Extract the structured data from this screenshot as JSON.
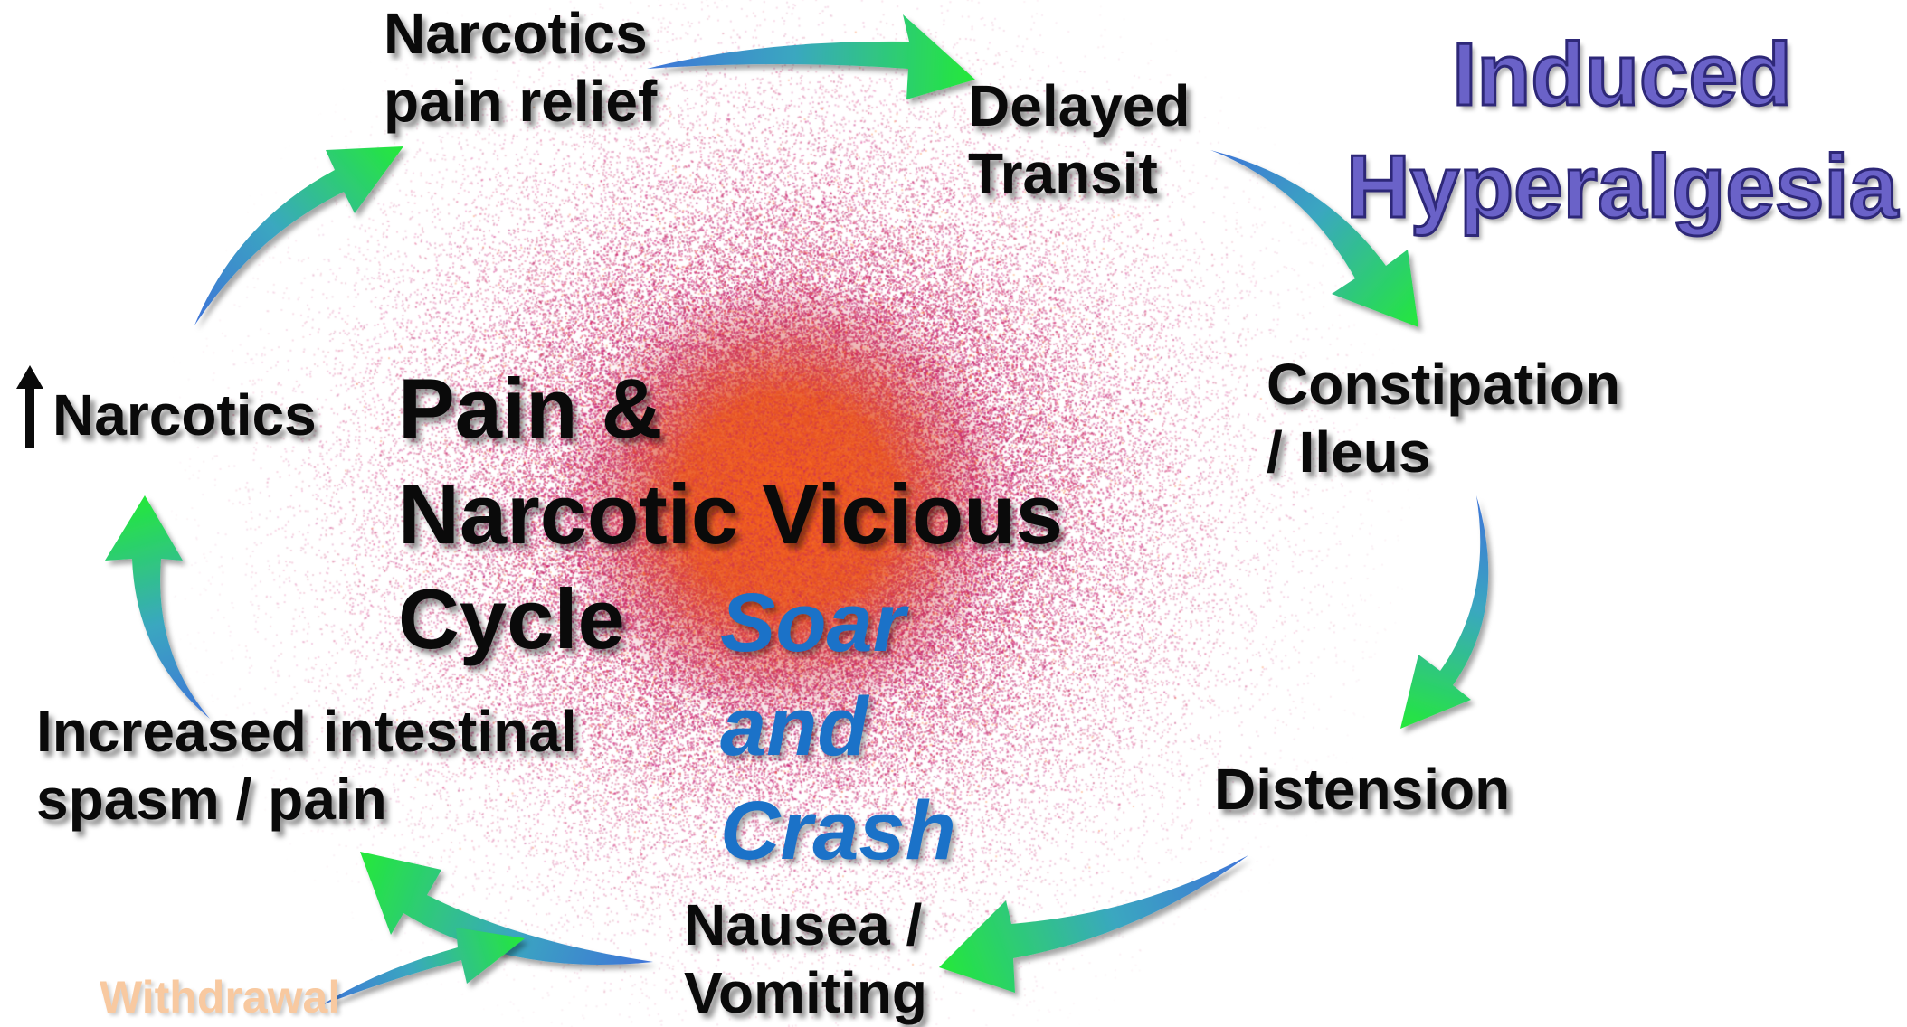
{
  "diagram": {
    "center_title": [
      "Pain &",
      "Narcotic Vicious",
      "Cycle"
    ],
    "tagline": [
      "Soar",
      "and",
      "Crash"
    ],
    "corner_title": [
      "Induced",
      "Hyperalgesia"
    ],
    "nodes": {
      "narcotics_pain_relief": [
        "Narcotics",
        "pain relief"
      ],
      "delayed_transit": [
        "Delayed",
        "Transit"
      ],
      "constipation": [
        "Constipation",
        "/ Ileus"
      ],
      "distension": [
        "Distension"
      ],
      "nausea": [
        "Nausea /",
        "Vomiting"
      ],
      "spasm": [
        "Increased intestinal",
        "spasm / pain"
      ],
      "narcotics_increase": "Narcotics",
      "withdrawal": "Withdrawal"
    },
    "colors": {
      "arrow_green": "#24e83a",
      "arrow_teal": "#3aa7c0",
      "arrow_blue": "#3f74d8",
      "glow_core": "#e85a1c",
      "glow_dots": "#c0306a",
      "tagline": "#1b72c8",
      "corner_title": "#6a62c8"
    }
  }
}
